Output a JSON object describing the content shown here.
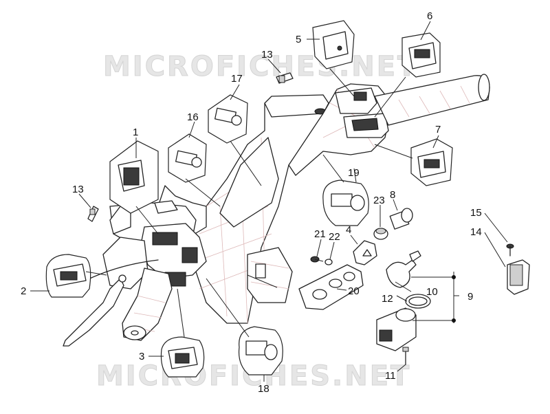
{
  "watermark": {
    "top": "MICROFICHES.NET",
    "bottom": "MICROFICHES.NET"
  },
  "labels": {
    "l1": "1",
    "l2": "2",
    "l3": "3",
    "l4": "4",
    "l5": "5",
    "l6": "6",
    "l7": "7",
    "l8": "8",
    "l9": "9",
    "l10": "10",
    "l11": "11",
    "l12": "12",
    "l13a": "13",
    "l13b": "13",
    "l14": "14",
    "l15": "15",
    "l16": "16",
    "l17": "17",
    "l18": "18",
    "l19": "19",
    "l20": "20",
    "l21": "21",
    "l22": "22",
    "l23": "23"
  }
}
